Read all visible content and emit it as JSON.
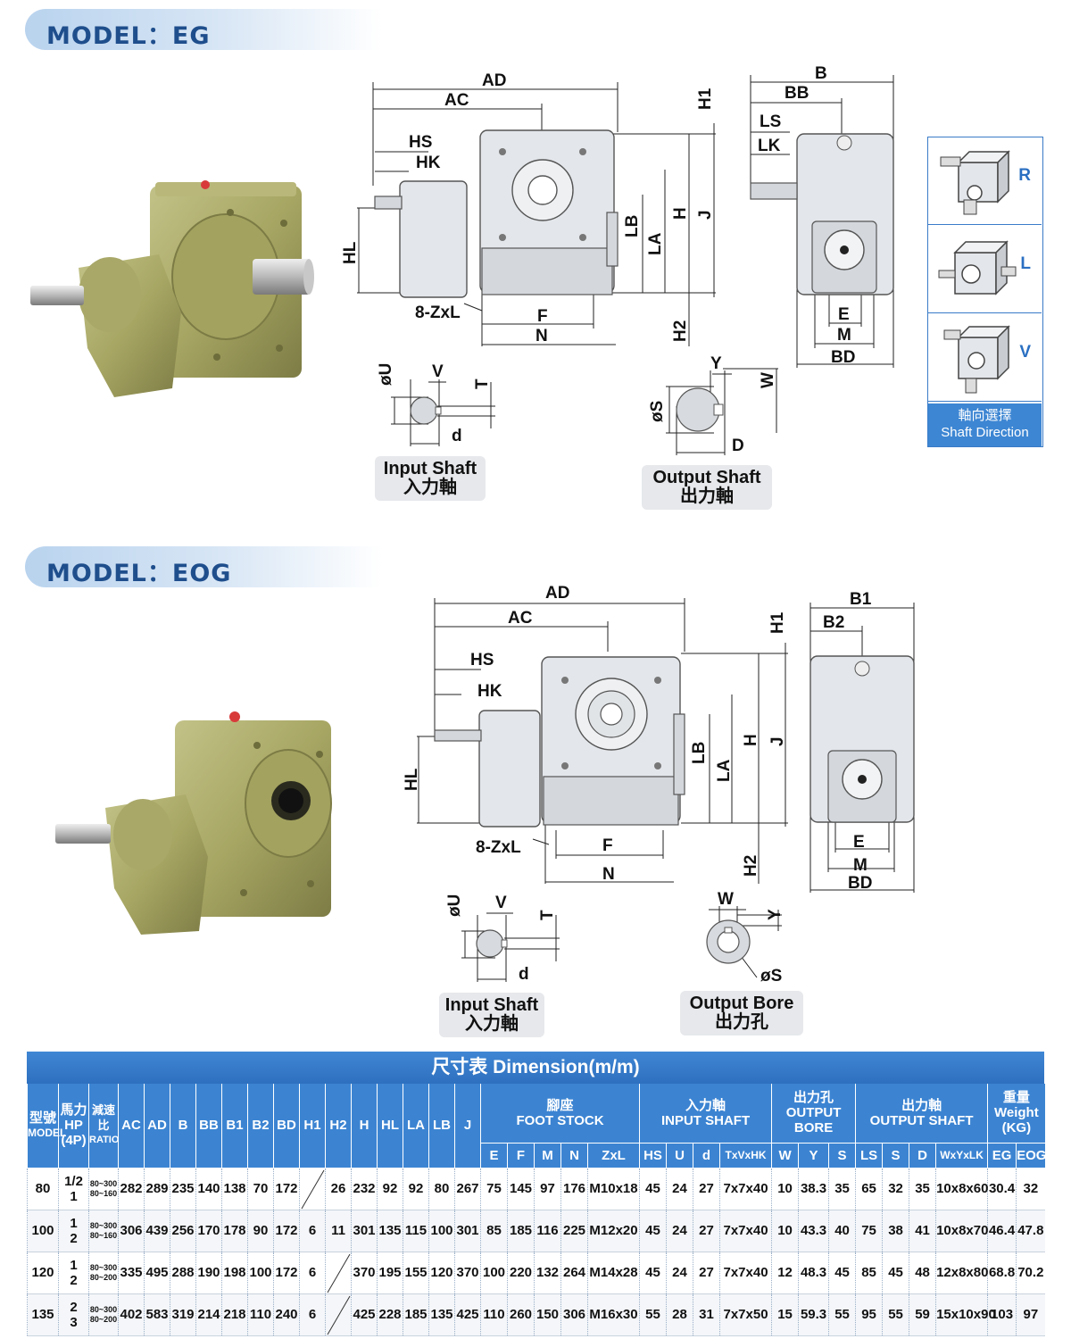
{
  "sections": [
    {
      "model_title": "MODEL：EG",
      "drawing_labels": {
        "AD": "AD",
        "AC": "AC",
        "H1": "H1",
        "B": "B",
        "BB": "BB",
        "LS": "LS",
        "LK": "LK",
        "HS": "HS",
        "HK": "HK",
        "HL": "HL",
        "LB": "LB",
        "LA": "LA",
        "H": "H",
        "J": "J",
        "ZxL": "8-ZxL",
        "F": "F",
        "N": "N",
        "H2": "H2",
        "E": "E",
        "M": "M",
        "BD": "BD"
      },
      "input_shaft": {
        "labels": {
          "U": "øU",
          "V": "V",
          "T": "T",
          "d": "d"
        },
        "caption_en": "Input Shaft",
        "caption_zh": "入力軸"
      },
      "output": {
        "labels": {
          "S": "øS",
          "Y": "Y",
          "W": "W",
          "D": "D"
        },
        "caption_en": "Output Shaft",
        "caption_zh": "出力軸"
      }
    },
    {
      "model_title": "MODEL：EOG",
      "drawing_labels": {
        "AD": "AD",
        "AC": "AC",
        "H1": "H1",
        "B1": "B1",
        "B2": "B2",
        "HS": "HS",
        "HK": "HK",
        "HL": "HL",
        "LB": "LB",
        "LA": "LA",
        "H": "H",
        "J": "J",
        "ZxL": "8-ZxL",
        "F": "F",
        "N": "N",
        "H2": "H2",
        "E": "E",
        "M": "M",
        "BD": "BD"
      },
      "input_shaft": {
        "labels": {
          "U": "øU",
          "V": "V",
          "T": "T",
          "d": "d"
        },
        "caption_en": "Input Shaft",
        "caption_zh": "入力軸"
      },
      "output": {
        "labels": {
          "S": "øS",
          "Y": "Y",
          "W": "W"
        },
        "caption_en": "Output Bore",
        "caption_zh": "出力孔"
      }
    }
  ],
  "shaft_direction": {
    "options": [
      "R",
      "L",
      "V"
    ],
    "caption_zh": "軸向選擇",
    "caption_en": "Shaft Direction"
  },
  "table": {
    "title": "尺寸表  Dimension(m/m)",
    "group_headers": {
      "model_zh": "型號",
      "model_en": "MODEL",
      "hp_zh": "馬力",
      "hp_en": "HP",
      "hp_sub": "(4P)",
      "ratio_zh": "減速比",
      "ratio_en": "RATIO",
      "foot_zh": "腳座",
      "foot_en": "FOOT STOCK",
      "input_zh": "入力軸",
      "input_en": "INPUT SHAFT",
      "bore_zh": "出力孔",
      "bore_en": "OUTPUT BORE",
      "outshaft_zh": "出力軸",
      "outshaft_en": "OUTPUT SHAFT",
      "weight_zh": "重量",
      "weight_en": "Weight",
      "weight_unit": "(KG)"
    },
    "columns": [
      "AC",
      "AD",
      "B",
      "BB",
      "B1",
      "B2",
      "BD",
      "H1",
      "H2",
      "H",
      "HL",
      "LA",
      "LB",
      "J"
    ],
    "foot_columns": [
      "E",
      "F",
      "M",
      "N",
      "ZxL"
    ],
    "input_columns": [
      "HS",
      "U",
      "d",
      "TxVxHK"
    ],
    "bore_columns": [
      "W",
      "Y",
      "S"
    ],
    "outshaft_columns": [
      "LS",
      "S",
      "D",
      "WxYxLK"
    ],
    "weight_columns": [
      "EG",
      "EOG"
    ],
    "rows": [
      {
        "model": "80",
        "hp": [
          "1/2",
          "1"
        ],
        "ratio": [
          "80~300",
          "80~160"
        ],
        "vals": [
          "282",
          "289",
          "235",
          "140",
          "138",
          "70",
          "172",
          "",
          "26",
          "232",
          "92",
          "92",
          "80",
          "267"
        ],
        "foot": [
          "75",
          "145",
          "97",
          "176",
          "M10x18"
        ],
        "inp": [
          "45",
          "24",
          "27",
          "7x7x40"
        ],
        "bore": [
          "10",
          "38.3",
          "35"
        ],
        "osh": [
          "65",
          "32",
          "35",
          "10x8x60"
        ],
        "wt": [
          "30.4",
          "32"
        ]
      },
      {
        "model": "100",
        "hp": [
          "1",
          "2"
        ],
        "ratio": [
          "80~300",
          "80~160"
        ],
        "vals": [
          "306",
          "439",
          "256",
          "170",
          "178",
          "90",
          "172",
          "6",
          "11",
          "301",
          "135",
          "115",
          "100",
          "301"
        ],
        "foot": [
          "85",
          "185",
          "116",
          "225",
          "M12x20"
        ],
        "inp": [
          "45",
          "24",
          "27",
          "7x7x40"
        ],
        "bore": [
          "10",
          "43.3",
          "40"
        ],
        "osh": [
          "75",
          "38",
          "41",
          "10x8x70"
        ],
        "wt": [
          "46.4",
          "47.8"
        ]
      },
      {
        "model": "120",
        "hp": [
          "1",
          "2"
        ],
        "ratio": [
          "80~300",
          "80~200"
        ],
        "vals": [
          "335",
          "495",
          "288",
          "190",
          "198",
          "100",
          "172",
          "6",
          "",
          "370",
          "195",
          "155",
          "120",
          "370"
        ],
        "foot": [
          "100",
          "220",
          "132",
          "264",
          "M14x28"
        ],
        "inp": [
          "45",
          "24",
          "27",
          "7x7x40"
        ],
        "bore": [
          "12",
          "48.3",
          "45"
        ],
        "osh": [
          "85",
          "45",
          "48",
          "12x8x80"
        ],
        "wt": [
          "68.8",
          "70.2"
        ]
      },
      {
        "model": "135",
        "hp": [
          "2",
          "3"
        ],
        "ratio": [
          "80~300",
          "80~200"
        ],
        "vals": [
          "402",
          "583",
          "319",
          "214",
          "218",
          "110",
          "240",
          "6",
          "",
          "425",
          "228",
          "185",
          "135",
          "425"
        ],
        "foot": [
          "110",
          "260",
          "150",
          "306",
          "M16x30"
        ],
        "inp": [
          "55",
          "28",
          "31",
          "7x7x50"
        ],
        "bore": [
          "15",
          "59.3",
          "55"
        ],
        "osh": [
          "95",
          "55",
          "59",
          "15x10x90"
        ],
        "wt": [
          "103",
          "97"
        ]
      }
    ]
  },
  "colors": {
    "accent_blue": "#3c84d2",
    "gear_green": "#a9a868",
    "tab_blue": "#b9d3ee",
    "title_blue": "#1f4e8c"
  }
}
